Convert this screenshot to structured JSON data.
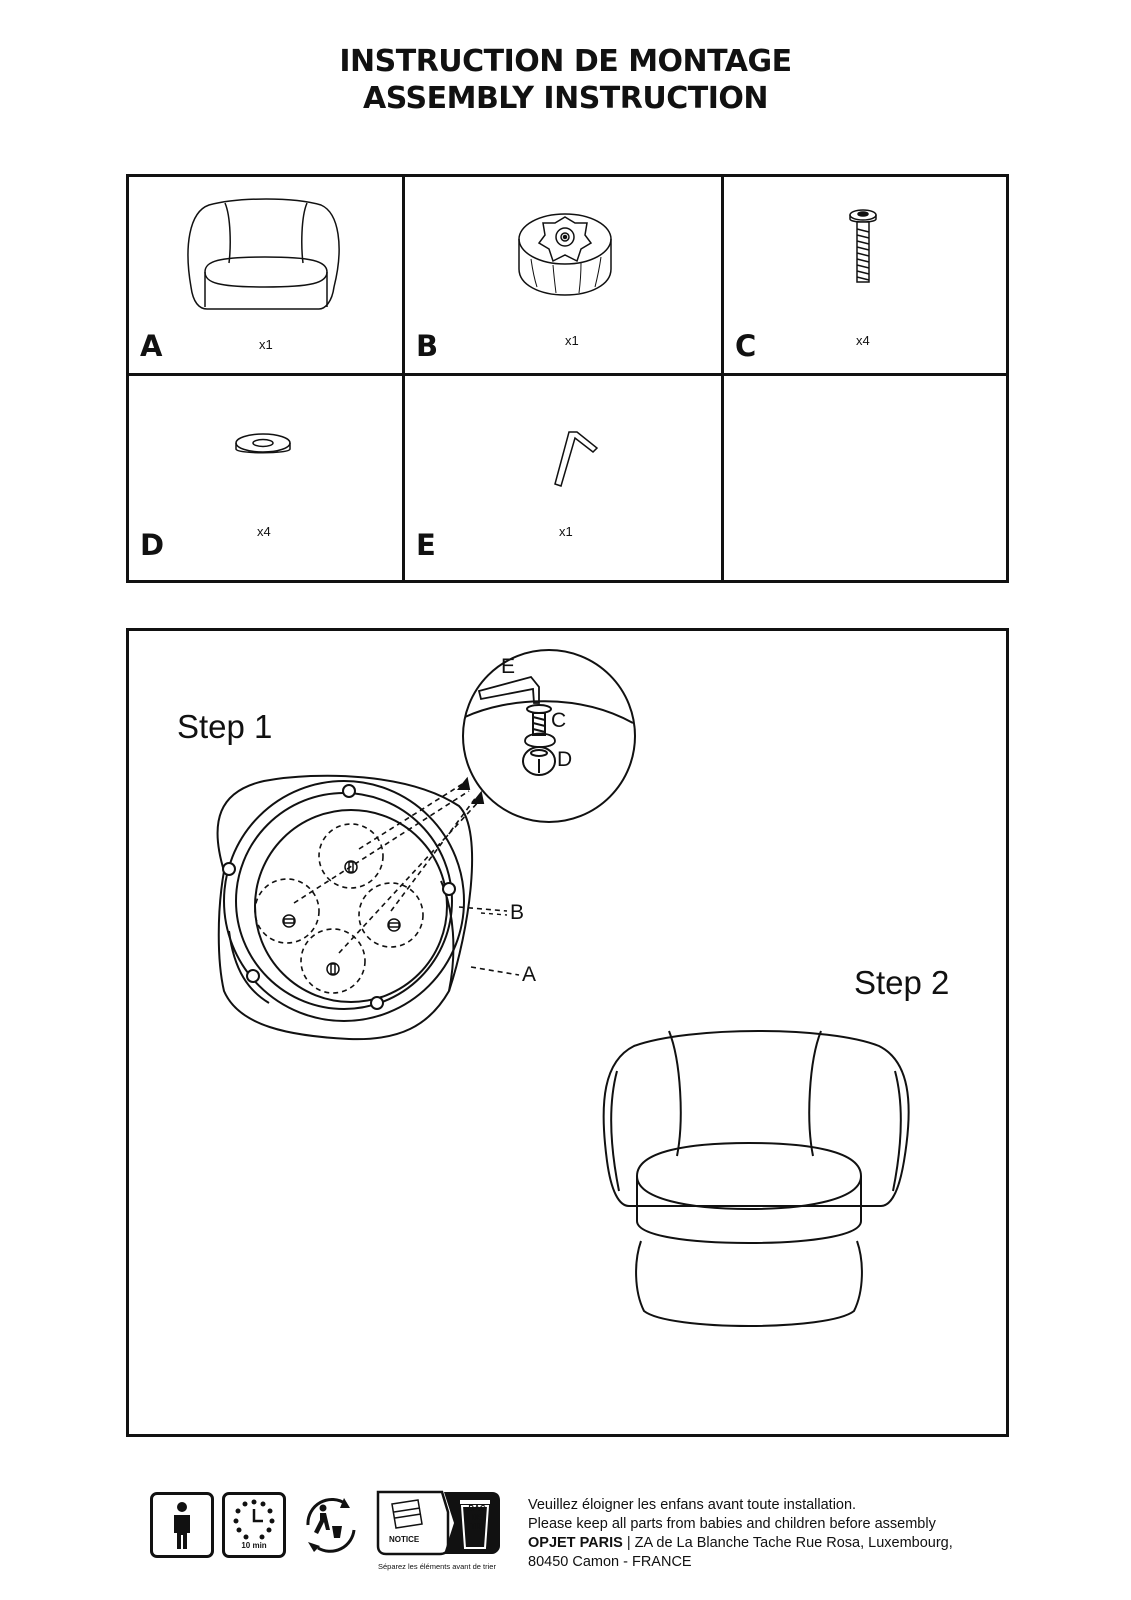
{
  "header": {
    "title_fr": "INSTRUCTION DE MONTAGE",
    "title_en": "ASSEMBLY INSTRUCTION"
  },
  "parts": [
    {
      "letter": "A",
      "qty": "x1",
      "icon": "armchair-icon"
    },
    {
      "letter": "B",
      "qty": "x1",
      "icon": "swivel-base-icon"
    },
    {
      "letter": "C",
      "qty": "x4",
      "icon": "bolt-icon"
    },
    {
      "letter": "D",
      "qty": "x4",
      "icon": "washer-icon"
    },
    {
      "letter": "E",
      "qty": "x1",
      "icon": "allen-key-icon"
    }
  ],
  "steps": {
    "step1": "Step 1",
    "step2": "Step 2",
    "callouts": {
      "E": "E",
      "C": "C",
      "D": "D",
      "B": "B",
      "A": "A"
    }
  },
  "footer": {
    "icons": [
      "person-icon",
      "clock-icon",
      "recycle-icon",
      "bin-icon"
    ],
    "time_label": "10 min",
    "notice_label": "NOTICE",
    "bin_label_1": "BAC",
    "bin_label_2": "DE",
    "bin_label_3": "TRI",
    "sort_note": "Séparez les éléments avant de trier",
    "line1": "Veuillez éloigner les enfans avant toute installation.",
    "line2": "Please keep all parts from babies and children before assembly",
    "company": "OPJET PARIS",
    "address1": " | ZA de La Blanche Tache Rue Rosa, Luxembourg,",
    "address2": "80450 Camon - FRANCE"
  }
}
